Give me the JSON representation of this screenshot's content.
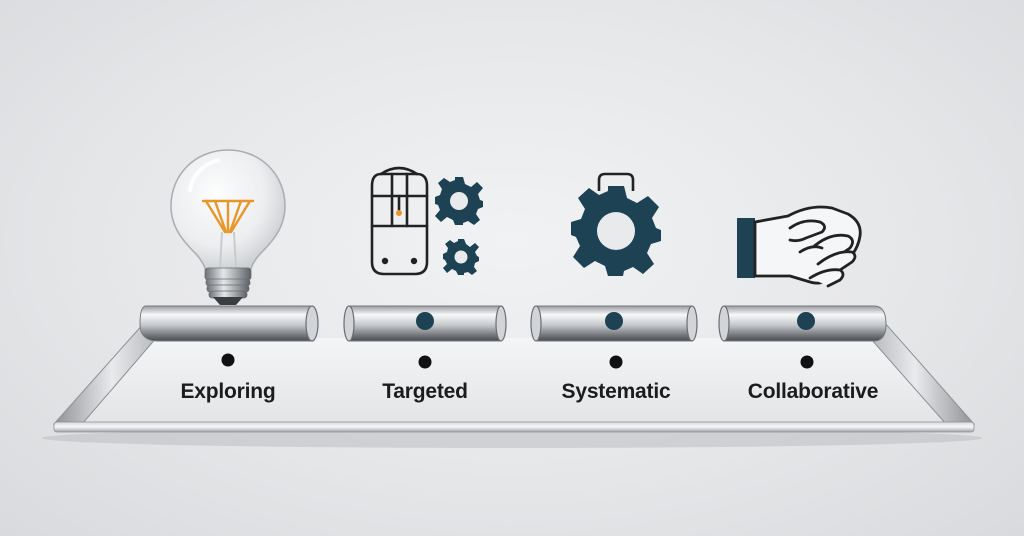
{
  "stages": [
    {
      "label": "Exploring",
      "icon": "lightbulb-icon"
    },
    {
      "label": "Targeted",
      "icon": "device-and-gears-icon"
    },
    {
      "label": "Systematic",
      "icon": "gear-icon"
    },
    {
      "label": "Collaborative",
      "icon": "handshake-icon"
    }
  ],
  "colors": {
    "accent": "#1d4253",
    "filament": "#e8962a",
    "text": "#1c1c1e",
    "metal": "#c9cbce"
  }
}
